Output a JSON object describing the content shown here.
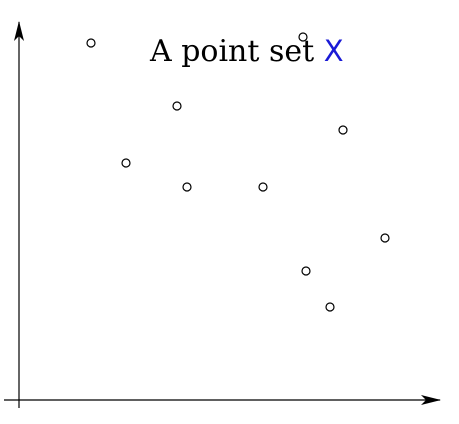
{
  "title": {
    "text": "A point set ",
    "symbol": "X",
    "symbol_color": "#1a1ad6"
  },
  "axes": {
    "color": "#000000"
  },
  "points": {
    "marker": "hollow-circle",
    "stroke": "#000000",
    "fill": "#ffffff",
    "coords": [
      [
        91,
        333
      ],
      [
        177,
        270
      ],
      [
        303,
        339
      ],
      [
        343,
        246
      ],
      [
        126,
        213
      ],
      [
        187,
        189
      ],
      [
        263,
        189
      ],
      [
        385,
        138
      ],
      [
        306,
        105
      ],
      [
        330,
        69
      ]
    ]
  }
}
